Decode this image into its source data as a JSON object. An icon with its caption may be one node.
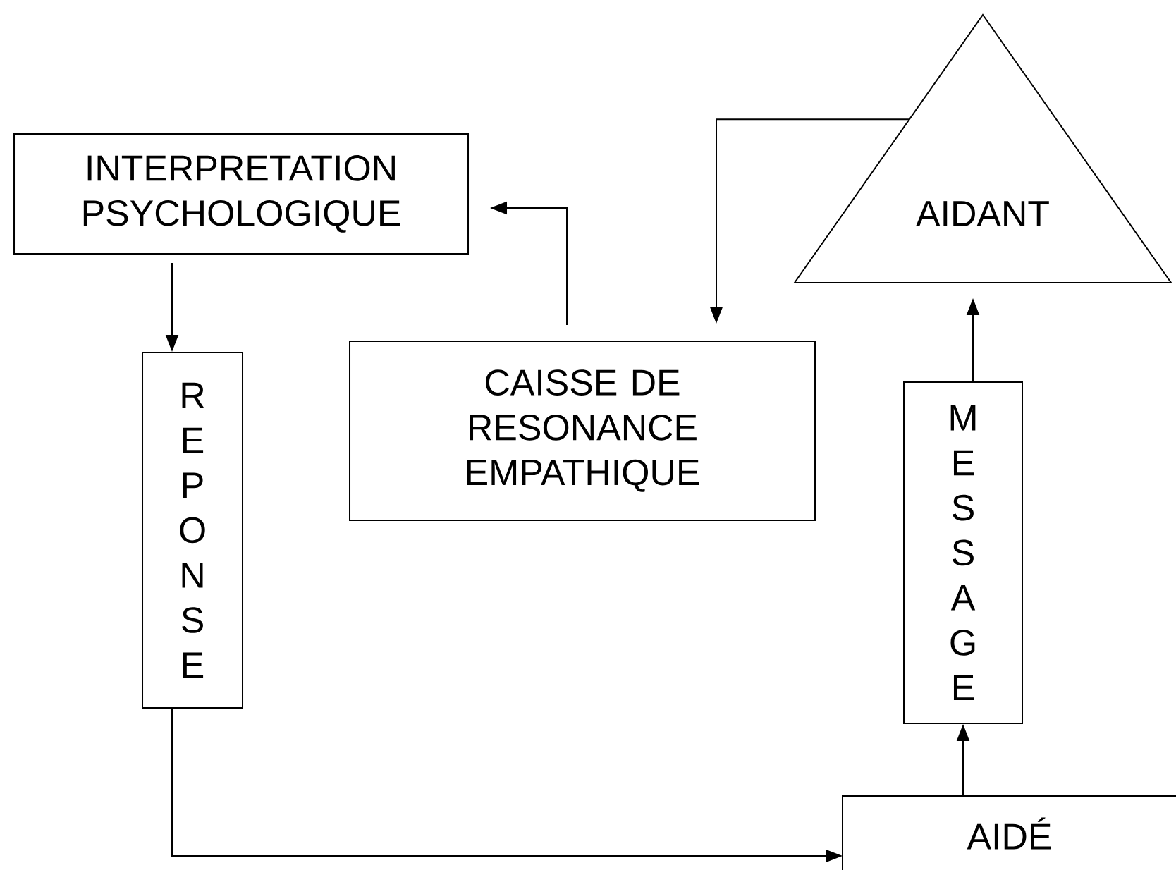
{
  "diagram": {
    "nodes": [
      {
        "text": [
          "INTERPRETATION PSYCHOLOGIQUE"
        ]
      },
      {
        "text": [
          "REPONSE"
        ]
      },
      {
        "text": [
          "CAISSE DE RESONANCE EMPATHIQUE"
        ]
      },
      {
        "text": [
          "AIDANT"
        ]
      },
      {
        "text": [
          "MESSAGE"
        ]
      },
      {
        "text": [
          "AIDÉ"
        ]
      }
    ],
    "edges": [
      {
        "from": 0,
        "to": 1,
        "arrow": "to"
      },
      {
        "from": 1,
        "to": 5,
        "arrow": "to"
      },
      {
        "from": 5,
        "to": 4,
        "arrow": "to"
      },
      {
        "from": 4,
        "to": 3,
        "arrow": "to"
      },
      {
        "from": 3,
        "to": 2,
        "arrow": "to"
      },
      {
        "from": 2,
        "to": 0,
        "arrow": "to"
      }
    ]
  }
}
